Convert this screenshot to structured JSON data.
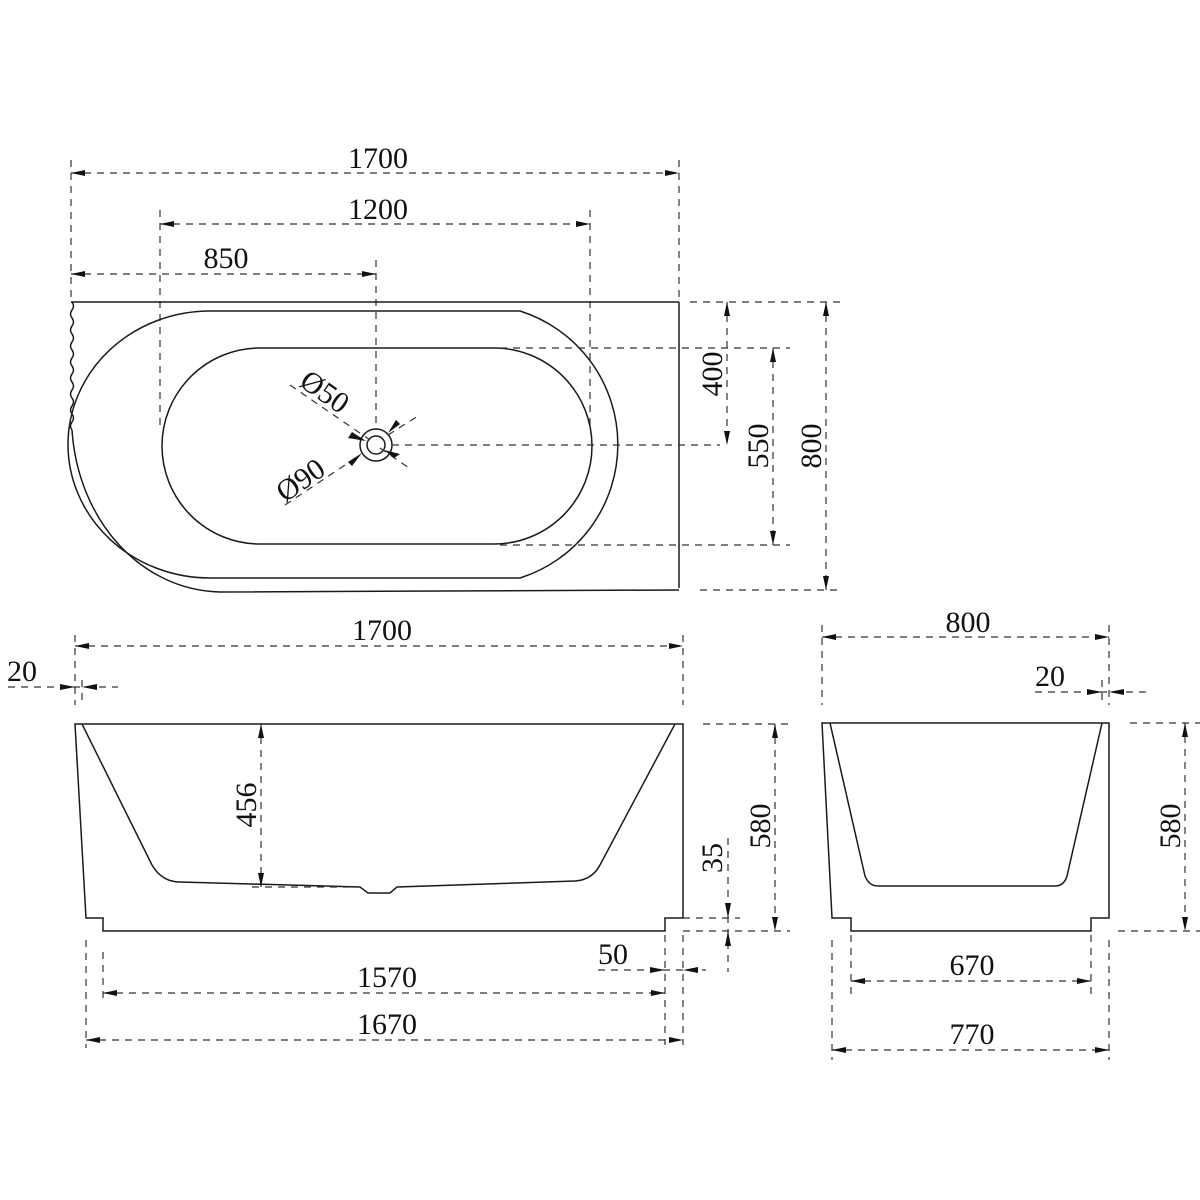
{
  "drawing": {
    "title": "Bathtub technical drawing",
    "units": "mm",
    "views": {
      "top_view": {
        "overall_length": "1700",
        "drain_center_from_wall_to_basin_end": "1200",
        "drain_from_left": "850",
        "drain_inner_diameter": "Ø50",
        "drain_outer_diameter": "Ø90",
        "top_to_drain": "400",
        "basin_width": "550",
        "overall_width": "800"
      },
      "front_view": {
        "overall_length": "1700",
        "rim_offset": "20",
        "inner_depth": "456",
        "base_step_height": "35",
        "overall_height": "580",
        "base_step_width": "50",
        "base_length": "1570",
        "bottom_length": "1670"
      },
      "side_view": {
        "overall_width": "800",
        "rim_offset": "20",
        "overall_height": "580",
        "base_width": "670",
        "bottom_width": "770"
      }
    }
  }
}
